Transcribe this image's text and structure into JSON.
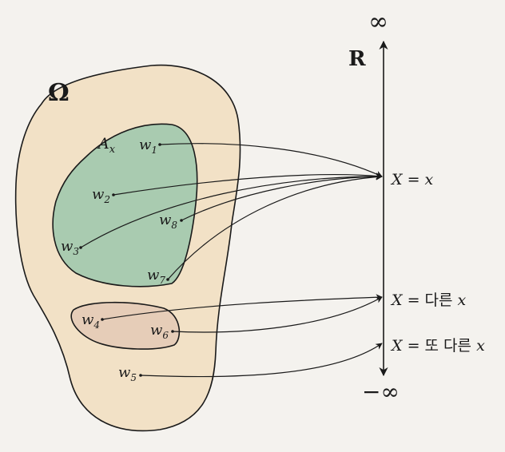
{
  "colors": {
    "background": "#f4f2ee",
    "omega_fill": "#f2e1c6",
    "set_a_fill": "#a9cbb0",
    "set_b_fill": "#e6cdb8",
    "ink": "#1a1a1a"
  },
  "omega_label": "Ω",
  "set_a_label": {
    "base": "A",
    "sub": "x"
  },
  "real_line": {
    "label": "R",
    "top_end": "∞",
    "bottom_end": "−∞"
  },
  "outcomes": [
    {
      "id": "w1",
      "base": "w",
      "sub": "1"
    },
    {
      "id": "w2",
      "base": "w",
      "sub": "2"
    },
    {
      "id": "w3",
      "base": "w",
      "sub": "3"
    },
    {
      "id": "w4",
      "base": "w",
      "sub": "4"
    },
    {
      "id": "w5",
      "base": "w",
      "sub": "5"
    },
    {
      "id": "w6",
      "base": "w",
      "sub": "6"
    },
    {
      "id": "w7",
      "base": "w",
      "sub": "7"
    },
    {
      "id": "w8",
      "base": "w",
      "sub": "8"
    }
  ],
  "values": [
    {
      "id": "x",
      "prefix": "X = ",
      "korean": "",
      "var": "x"
    },
    {
      "id": "x_other",
      "prefix": "X = ",
      "korean": "다른 ",
      "var": "x"
    },
    {
      "id": "x_another",
      "prefix": "X = ",
      "korean": "또 다른 ",
      "var": "x"
    }
  ]
}
